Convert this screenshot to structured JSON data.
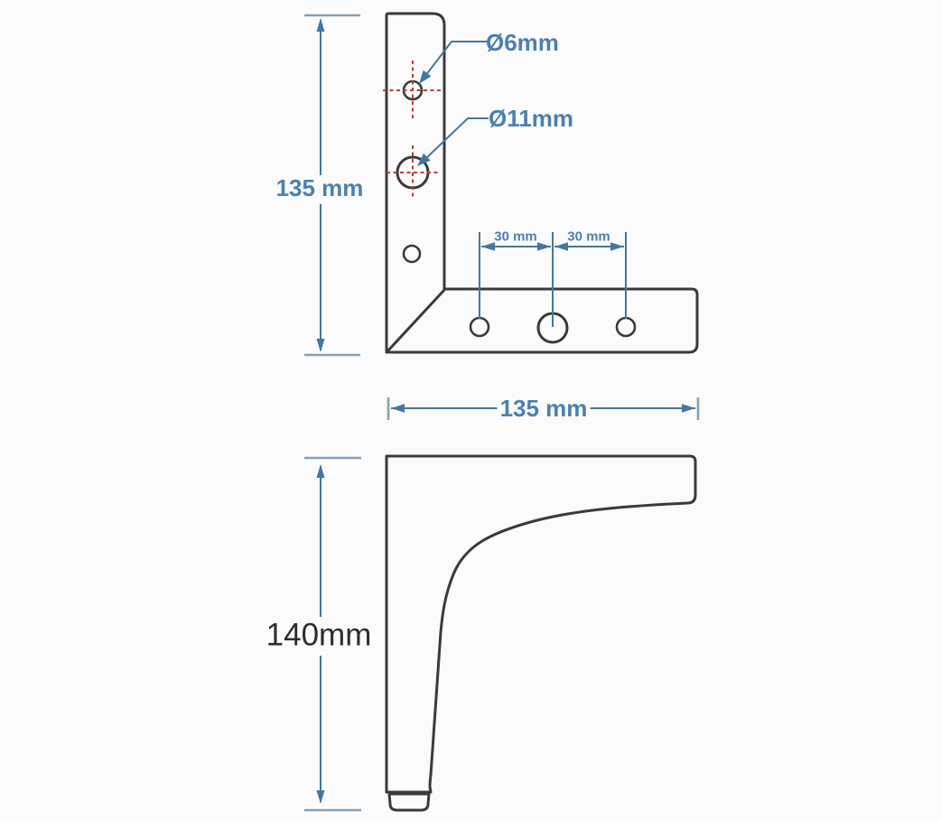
{
  "colors": {
    "bg": "#fbfbfb",
    "outline": "#3a3a3c",
    "dim": "#45769f",
    "tick": "#85a0b5",
    "label": "#4b80b2",
    "center": "#b2433e",
    "darktext": "#2d2d2f"
  },
  "top_view": {
    "height_dimension": "135 mm",
    "width_dimension": "135 mm",
    "hole_small_diameter": "Ø6mm",
    "hole_large_diameter": "Ø11mm",
    "hole_spacing_left": "30 mm",
    "hole_spacing_right": "30 mm"
  },
  "side_view": {
    "height_dimension": "140mm"
  }
}
